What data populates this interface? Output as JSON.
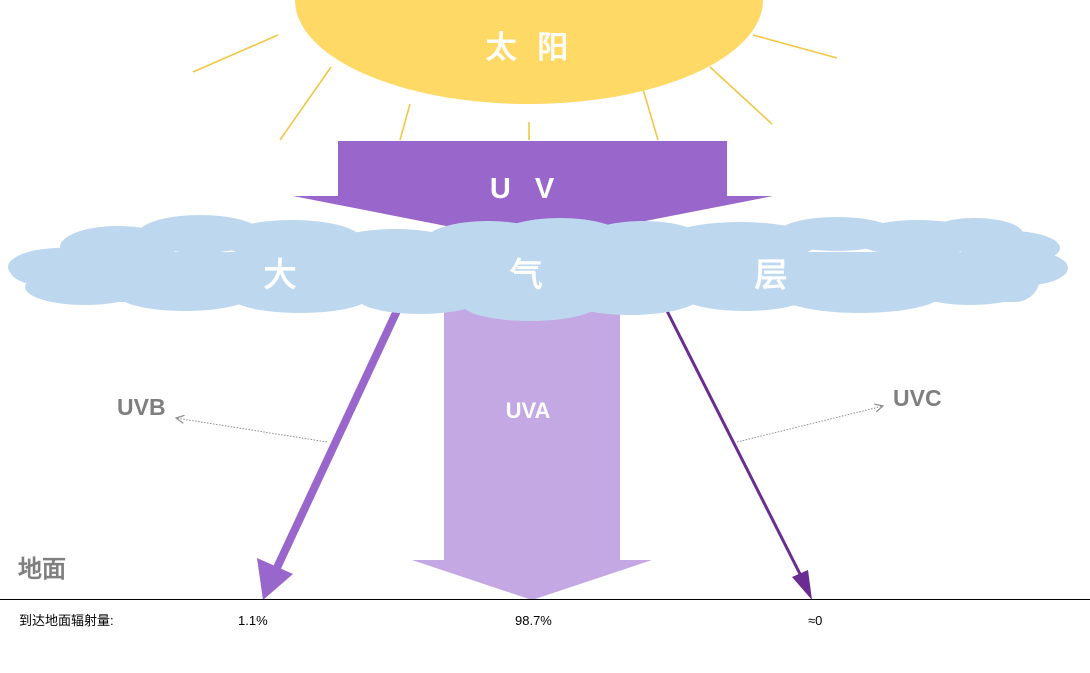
{
  "colors": {
    "sun": "#FFD966",
    "sun_rays": "#F2C744",
    "uv_arrow": "#9966CC",
    "uva_arrow": "#C4A8E4",
    "uvc_arrow": "#6A2C91",
    "cloud": "#BDD7EE",
    "label_gray": "#7F7F7F",
    "ground_line": "#000000"
  },
  "sun": {
    "label": "太 阳"
  },
  "uv_beam": {
    "label": "U V"
  },
  "atmosphere": {
    "chars": [
      "大",
      "气",
      "层"
    ]
  },
  "uva": {
    "label": "UVA"
  },
  "uvb": {
    "label": "UVB"
  },
  "uvc": {
    "label": "UVC"
  },
  "ground": {
    "label": "地面"
  },
  "radiation": {
    "caption": "到达地面辐射量:",
    "uvb_value": "1.1%",
    "uva_value": "98.7%",
    "uvc_value": "≈0"
  }
}
